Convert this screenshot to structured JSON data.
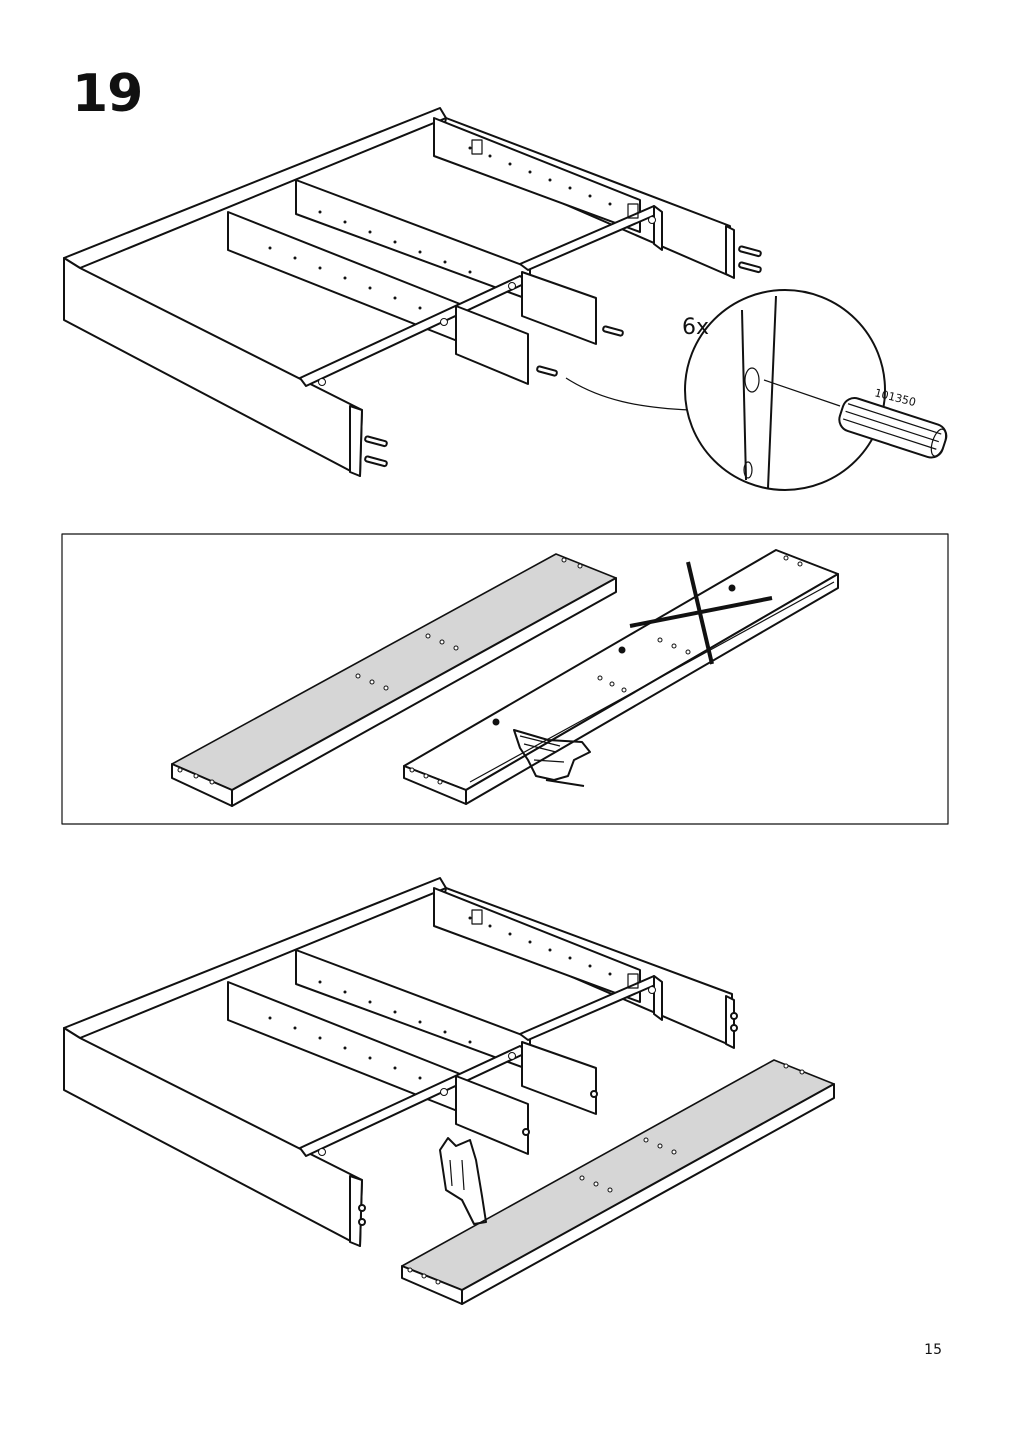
{
  "step": {
    "number": "19"
  },
  "detail": {
    "quantity": "6x",
    "part_number": "101350"
  },
  "page": {
    "number": "15"
  }
}
